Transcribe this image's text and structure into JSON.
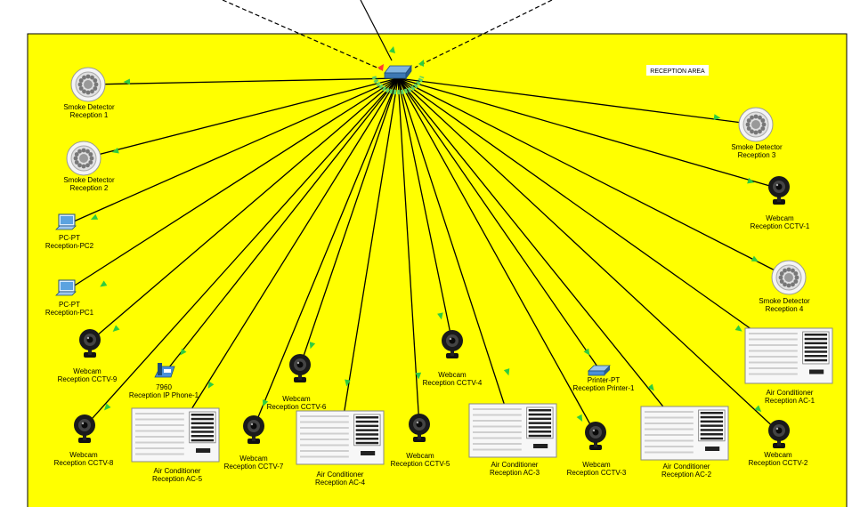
{
  "area": {
    "title": "RECEPTION AREA",
    "background": "#ffff00",
    "border": "#000000"
  },
  "colors": {
    "link": "#000000",
    "link_light": "#2ecc40",
    "switch_ring": "#5fd35f",
    "uplink_dash": "#000000"
  },
  "switch": {
    "name": "switch-icon"
  },
  "devices": [
    {
      "id": "sd1",
      "kind": "smoke",
      "type_label": "Smoke Detector",
      "name_label": "Reception 1"
    },
    {
      "id": "sd2",
      "kind": "smoke",
      "type_label": "Smoke Detector",
      "name_label": "Reception 2"
    },
    {
      "id": "pc2",
      "kind": "pc",
      "type_label": "PC-PT",
      "name_label": "Reception-PC2"
    },
    {
      "id": "pc1",
      "kind": "pc",
      "type_label": "PC-PT",
      "name_label": "Reception-PC1"
    },
    {
      "id": "cam9",
      "kind": "webcam",
      "type_label": "Webcam",
      "name_label": "Reception CCTV-9"
    },
    {
      "id": "ph1",
      "kind": "phone",
      "type_label": "7960",
      "name_label": "Reception IP Phone-1"
    },
    {
      "id": "cam8",
      "kind": "webcam",
      "type_label": "Webcam",
      "name_label": "Reception CCTV-8"
    },
    {
      "id": "ac5",
      "kind": "ac",
      "type_label": "Air Conditioner",
      "name_label": "Reception AC-5"
    },
    {
      "id": "cam7",
      "kind": "webcam",
      "type_label": "Webcam",
      "name_label": "Reception CCTV-7"
    },
    {
      "id": "cam6",
      "kind": "webcam",
      "type_label": "Webcam",
      "name_label": "Reception CCTV-6"
    },
    {
      "id": "ac4",
      "kind": "ac",
      "type_label": "Air Conditioner",
      "name_label": "Reception AC-4"
    },
    {
      "id": "cam5",
      "kind": "webcam",
      "type_label": "Webcam",
      "name_label": "Reception CCTV-5"
    },
    {
      "id": "cam4",
      "kind": "webcam",
      "type_label": "Webcam",
      "name_label": "Reception CCTV-4"
    },
    {
      "id": "ac3",
      "kind": "ac",
      "type_label": "Air Conditioner",
      "name_label": "Reception AC-3"
    },
    {
      "id": "prn1",
      "kind": "printer",
      "type_label": "Printer-PT",
      "name_label": "Reception Printer-1"
    },
    {
      "id": "cam3",
      "kind": "webcam",
      "type_label": "Webcam",
      "name_label": "Reception CCTV-3"
    },
    {
      "id": "ac2",
      "kind": "ac",
      "type_label": "Air Conditioner",
      "name_label": "Reception AC-2"
    },
    {
      "id": "sd3",
      "kind": "smoke",
      "type_label": "Smoke Detector",
      "name_label": "Reception 3"
    },
    {
      "id": "cam1",
      "kind": "webcam",
      "type_label": "Webcam",
      "name_label": "Reception CCTV-1"
    },
    {
      "id": "sd4",
      "kind": "smoke",
      "type_label": "Smoke Detector",
      "name_label": "Reception 4"
    },
    {
      "id": "ac1",
      "kind": "ac",
      "type_label": "Air Conditioner",
      "name_label": "Reception AC-1"
    },
    {
      "id": "cam2",
      "kind": "webcam",
      "type_label": "Webcam",
      "name_label": "Reception CCTV-2"
    }
  ]
}
